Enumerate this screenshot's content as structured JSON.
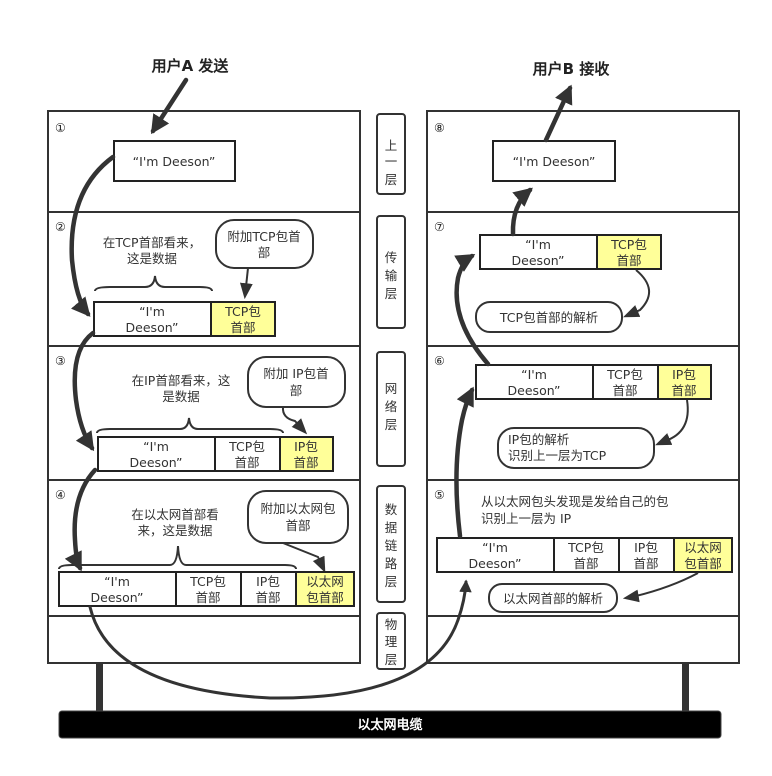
{
  "sender": {
    "title": "用户A 发送"
  },
  "receiver": {
    "title": "用户B 接收"
  },
  "cable": {
    "label": "以太网电缆"
  },
  "colors": {
    "highlight": "#ffff99",
    "stroke": "#333333",
    "cable": "#000000"
  },
  "layers": [
    {
      "label": [
        "上",
        "一",
        "层"
      ]
    },
    {
      "label": [
        "传",
        "输",
        "层"
      ]
    },
    {
      "label": [
        "网",
        "络",
        "层"
      ]
    },
    {
      "label": [
        "数",
        "据",
        "链",
        "路",
        "层"
      ]
    },
    {
      "label": [
        "物",
        "理",
        "层"
      ]
    }
  ],
  "left": {
    "step1": {
      "num": "①",
      "data": "“I'm Deeson”"
    },
    "step2": {
      "num": "②",
      "note": [
        "在TCP首部看来，",
        "这是数据"
      ],
      "bubble": [
        "附加TCP包首",
        "部"
      ],
      "cells": [
        [
          "“I'm",
          "Deeson”"
        ],
        [
          "TCP包",
          "首部"
        ]
      ]
    },
    "step3": {
      "num": "③",
      "note": [
        "在IP首部看来，这",
        "是数据"
      ],
      "bubble": [
        "附加 IP包首",
        "部"
      ],
      "cells": [
        [
          "“I'm",
          "Deeson”"
        ],
        [
          "TCP包",
          "首部"
        ],
        [
          "IP包",
          "首部"
        ]
      ]
    },
    "step4": {
      "num": "④",
      "note": [
        "在以太网首部看",
        "来，这是数据"
      ],
      "bubble": [
        "附加以太网包",
        "首部"
      ],
      "cells": [
        [
          "“I'm",
          "Deeson”"
        ],
        [
          "TCP包",
          "首部"
        ],
        [
          "IP包",
          "首部"
        ],
        [
          "以太网",
          "包首部"
        ]
      ]
    }
  },
  "right": {
    "step8": {
      "num": "⑧",
      "data": "“I'm Deeson”"
    },
    "step7": {
      "num": "⑦",
      "cells": [
        [
          "“I'm",
          "Deeson”"
        ],
        [
          "TCP包",
          "首部"
        ]
      ],
      "bubble": [
        "TCP包首部的解析"
      ]
    },
    "step6": {
      "num": "⑥",
      "cells": [
        [
          "“I'm",
          "Deeson”"
        ],
        [
          "TCP包",
          "首部"
        ],
        [
          "IP包",
          "首部"
        ]
      ],
      "bubble": [
        "IP包的解析",
        "识别上一层为TCP"
      ]
    },
    "step5": {
      "num": "⑤",
      "note": [
        "从以太网包头发现是发给自己的包",
        "识别上一层为 IP"
      ],
      "cells": [
        [
          "“I'm",
          "Deeson”"
        ],
        [
          "TCP包",
          "首部"
        ],
        [
          "IP包",
          "首部"
        ],
        [
          "以太网",
          "包首部"
        ]
      ],
      "bubble": [
        "以太网首部的解析"
      ]
    }
  }
}
